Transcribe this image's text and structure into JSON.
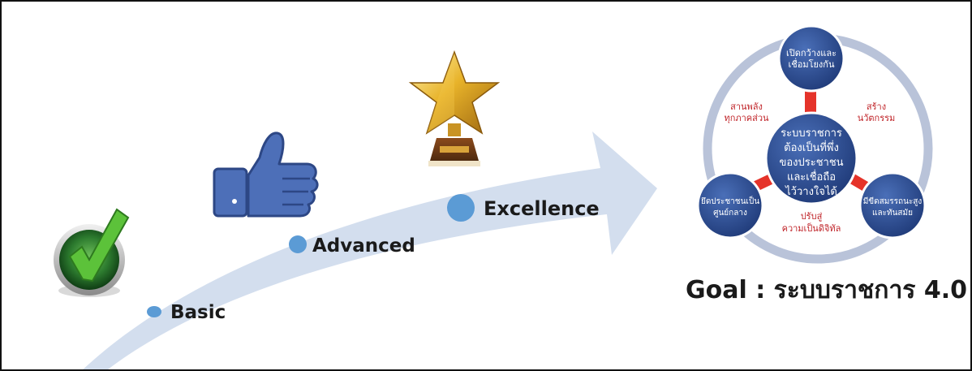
{
  "stages": [
    {
      "label": "Basic",
      "icon": "checkmark-badge-icon"
    },
    {
      "label": "Advanced",
      "icon": "thumbs-up-icon"
    },
    {
      "label": "Excellence",
      "icon": "star-trophy-icon"
    }
  ],
  "goal": {
    "title": "Goal : ระบบราชการ 4.0",
    "center": [
      "ระบบราชการ",
      "ต้องเป็นที่พึ่ง",
      "ของประชาชน",
      "และเชื่อถือ",
      "ไว้วางใจได้"
    ],
    "nodes": {
      "top": [
        "เปิดกว้างและ",
        "เชื่อมโยงกัน"
      ],
      "left": [
        "ยึดประชาชนเป็น",
        "ศูนย์กลาง"
      ],
      "right": [
        "มีขีดสมรรถนะสูง",
        "และทันสมัย"
      ]
    },
    "links": {
      "top_left": [
        "สานพลัง",
        "ทุกภาคส่วน"
      ],
      "top_right": [
        "สร้าง",
        "นวัตกรรม"
      ],
      "bottom": [
        "ปรับสู่",
        "ความเป็นดิจิทัล"
      ]
    }
  },
  "colors": {
    "arrow": "#d3deee",
    "dot": "#5b9bd5",
    "circle": "#2f4b8a",
    "ring": "#b9c3d9",
    "connector": "#e5332a",
    "accent_text": "#c0252a"
  }
}
